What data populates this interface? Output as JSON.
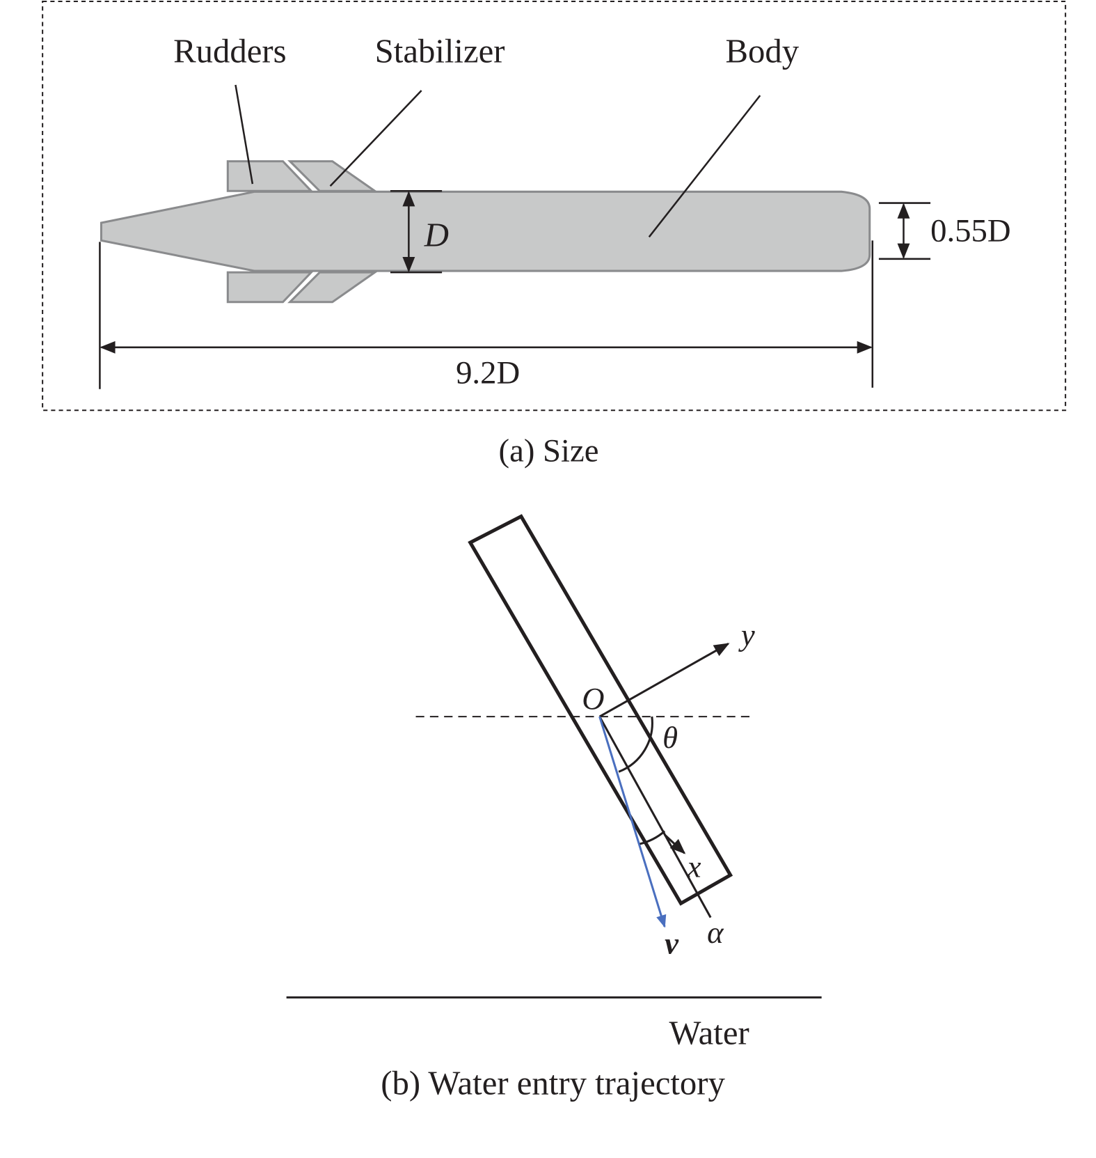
{
  "part_a": {
    "labels": {
      "rudders": "Rudders",
      "stabilizer": "Stabilizer",
      "body": "Body"
    },
    "dimensions": {
      "diameter": "D",
      "tail": "0.55D",
      "length": "9.2D"
    },
    "caption": "(a) Size"
  },
  "part_b": {
    "origin": "O",
    "x_axis": "x",
    "y_axis": "y",
    "theta": "θ",
    "alpha": "α",
    "velocity": "v",
    "water": "Water",
    "caption": "(b) Water entry trajectory"
  },
  "colors": {
    "body_fill": "#c8c9c9",
    "body_stroke": "#8a8b8d",
    "velocity": "#4a6fbf"
  }
}
